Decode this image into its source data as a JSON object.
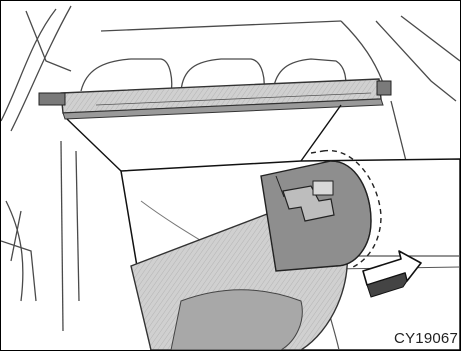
{
  "figure": {
    "code": "CY19067"
  },
  "icons": {
    "illustration": "cargo-cover-removal-illustration",
    "arrow": "pull-direction-arrow"
  }
}
